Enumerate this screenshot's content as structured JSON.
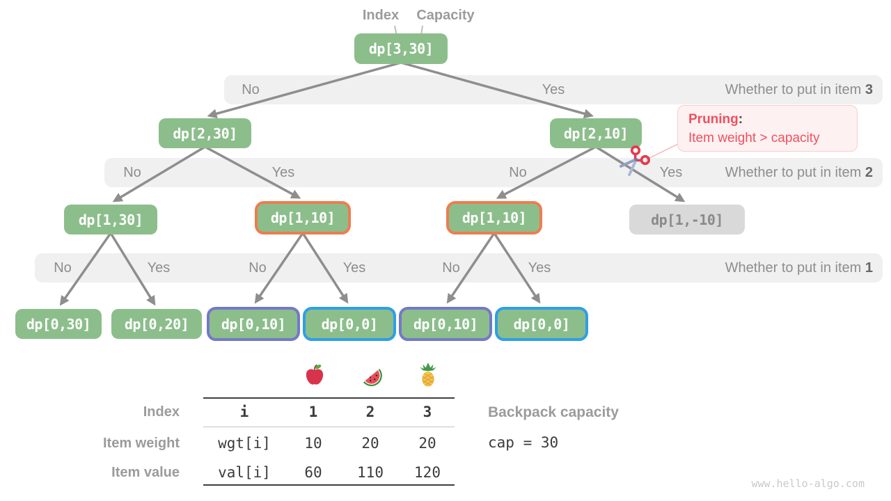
{
  "header": {
    "index_label": "Index",
    "capacity_label": "Capacity"
  },
  "tree": {
    "nodes": [
      {
        "id": "n330",
        "label": "dp[3,30]",
        "variant": "green"
      },
      {
        "id": "n230",
        "label": "dp[2,30]",
        "variant": "green"
      },
      {
        "id": "n210",
        "label": "dp[2,10]",
        "variant": "green"
      },
      {
        "id": "n130",
        "label": "dp[1,30]",
        "variant": "green"
      },
      {
        "id": "n110a",
        "label": "dp[1,10]",
        "variant": "orange"
      },
      {
        "id": "n110b",
        "label": "dp[1,10]",
        "variant": "orange"
      },
      {
        "id": "n1m10",
        "label": "dp[1,-10]",
        "variant": "gray"
      },
      {
        "id": "n030",
        "label": "dp[0,30]",
        "variant": "green"
      },
      {
        "id": "n020",
        "label": "dp[0,20]",
        "variant": "green"
      },
      {
        "id": "n010a",
        "label": "dp[0,10]",
        "variant": "purple"
      },
      {
        "id": "n000a",
        "label": "dp[0,0]",
        "variant": "blue"
      },
      {
        "id": "n010b",
        "label": "dp[0,10]",
        "variant": "purple"
      },
      {
        "id": "n000b",
        "label": "dp[0,0]",
        "variant": "blue"
      }
    ],
    "edges": [
      {
        "from": "n330",
        "to": "n230",
        "pruned": false
      },
      {
        "from": "n330",
        "to": "n210",
        "pruned": false
      },
      {
        "from": "n230",
        "to": "n130",
        "pruned": false
      },
      {
        "from": "n230",
        "to": "n110a",
        "pruned": false
      },
      {
        "from": "n210",
        "to": "n110b",
        "pruned": false
      },
      {
        "from": "n210",
        "to": "n1m10",
        "pruned": true
      },
      {
        "from": "n130",
        "to": "n030",
        "pruned": false
      },
      {
        "from": "n130",
        "to": "n020",
        "pruned": false
      },
      {
        "from": "n110a",
        "to": "n010a",
        "pruned": false
      },
      {
        "from": "n110a",
        "to": "n000a",
        "pruned": false
      },
      {
        "from": "n110b",
        "to": "n010b",
        "pruned": false
      },
      {
        "from": "n110b",
        "to": "n000b",
        "pruned": false
      }
    ],
    "bands": [
      {
        "name": "item-3",
        "branch_labels": [
          "No",
          "Yes"
        ],
        "question": "Whether to put in item",
        "item": "3"
      },
      {
        "name": "item-2",
        "branch_labels": [
          "No",
          "Yes",
          "No",
          "Yes"
        ],
        "question": "Whether to put in item",
        "item": "2"
      },
      {
        "name": "item-1",
        "branch_labels": [
          "No",
          "Yes",
          "No",
          "Yes",
          "No",
          "Yes"
        ],
        "question": "Whether to put in item",
        "item": "1"
      }
    ]
  },
  "pruning": {
    "title": "Pruning",
    "separator": ":",
    "detail": "Item weight > capacity",
    "icon": "scissors"
  },
  "items_table": {
    "fruit_icons": [
      "apple",
      "watermelon",
      "pineapple"
    ],
    "rows": [
      {
        "label": "Index",
        "cells": [
          "i",
          "1",
          "2",
          "3"
        ],
        "bold": true
      },
      {
        "label": "Item weight",
        "cells": [
          "wgt[i]",
          "10",
          "20",
          "20"
        ],
        "bold": false
      },
      {
        "label": "Item value",
        "cells": [
          "val[i]",
          "60",
          "110",
          "120"
        ],
        "bold": false
      }
    ]
  },
  "capacity_info": {
    "label": "Backpack capacity",
    "code": "cap = 30"
  },
  "watermark": "www.hello-algo.com",
  "colors": {
    "node_green": "#8cbe8b",
    "node_gray_bg": "#d9d9d9",
    "node_gray_text": "#8a8a8a",
    "border_orange": "#ed7d50",
    "border_purple": "#7379c8",
    "border_blue": "#2e9fe6",
    "band_bg": "#f0f0f0",
    "band_text": "#8d8d8d",
    "arrow_gray": "#8e8e8e",
    "accent_red": "#f0505e",
    "pruning_bg": "#fdf1f1",
    "pruning_border": "#f8cdd3",
    "label_gray": "#9b9b9b"
  }
}
